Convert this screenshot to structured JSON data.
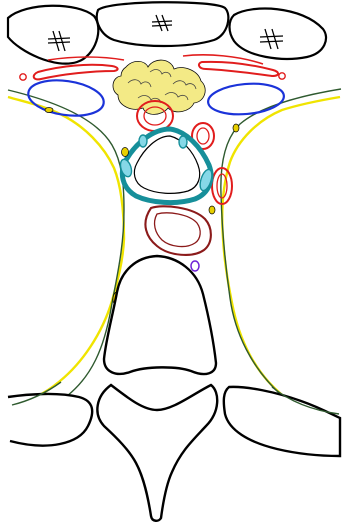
{
  "figure": {
    "type": "anatomical cross-section line drawing",
    "background": "#ffffff"
  },
  "colors": {
    "bone": "#000000",
    "pleura": "#f0e400",
    "fascia": "#2f5a2f",
    "vein": "#1b33d9",
    "artery": "#e11d1d",
    "trachea": "#168f9a",
    "cartilage_fill": "#86d8e7",
    "esophagus": "#8b1a1a",
    "lymph_node": "#e7cf00",
    "thymus_fat": "#f3e980",
    "small_vessel": "#6d1fd6"
  },
  "structures": [
    "sternum",
    "left-rib-top",
    "right-rib-top",
    "thymic-fat",
    "left-brachiocephalic-vein",
    "right-brachiocephalic-vein",
    "trachea",
    "esophagus",
    "vertebral-body",
    "spinous-process",
    "left-lung-pleura",
    "right-lung-pleura"
  ]
}
